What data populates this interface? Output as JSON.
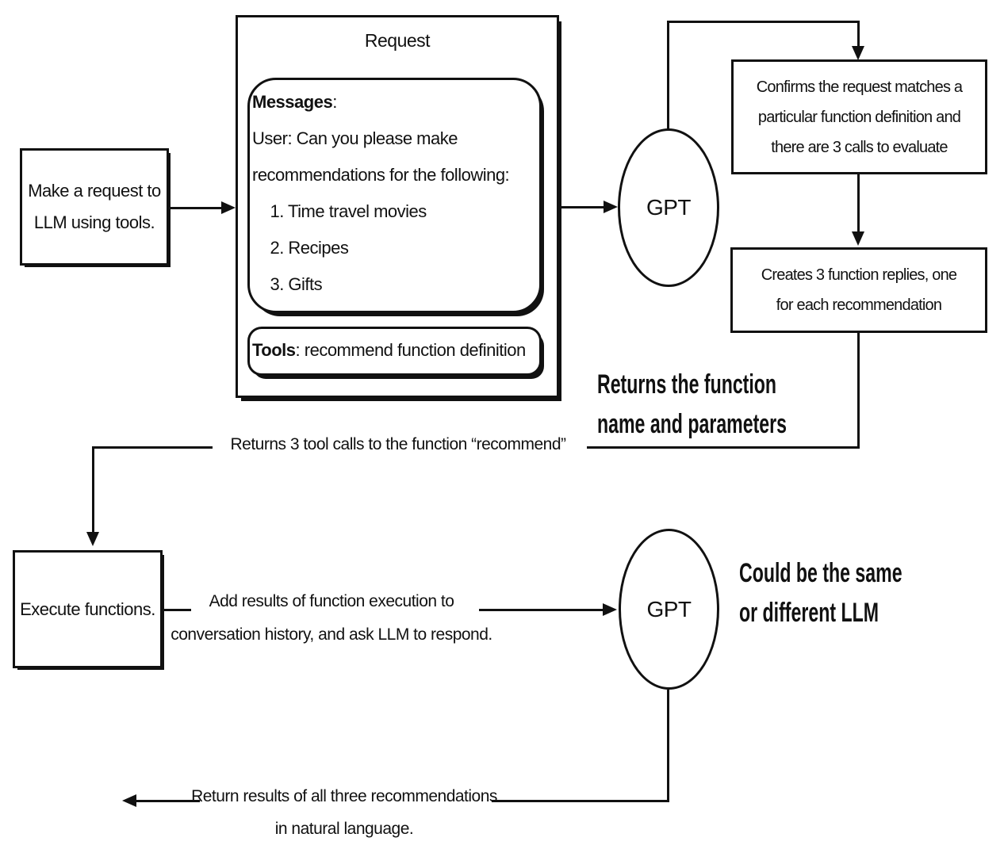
{
  "boxes": {
    "make_request": {
      "text": "Make a request to\nLLM using tools."
    },
    "request": {
      "title": "Request",
      "messages": {
        "label": "Messages",
        "rest": ":",
        "body": "User: Can you please make\nrecommendations for the following:\n    1. Time travel movies\n    2. Recipes\n    3. Gifts"
      },
      "tools": {
        "label": "Tools",
        "rest": ": recommend function definition"
      }
    },
    "confirms": {
      "text": "Confirms the request matches a\nparticular function definition and\nthere are 3 calls to evaluate"
    },
    "creates": {
      "text": "Creates 3 function replies, one\nfor each recommendation"
    },
    "execute": {
      "text": "Execute functions."
    }
  },
  "nodes": {
    "gpt_top": {
      "label": "GPT"
    },
    "gpt_bottom": {
      "label": "GPT"
    }
  },
  "annotations": {
    "returns_function": "Returns the function\nname and parameters",
    "could_be": "Could be the same\nor different LLM"
  },
  "captions": {
    "returns_tool_calls": "Returns 3 tool calls to the function “recommend”",
    "add_results": "Add results of function execution to\nconversation history, and ask LLM to respond.",
    "return_results": "Return results of all three recommendations\nin natural language."
  },
  "colors": {
    "line": "#111111",
    "background": "#ffffff",
    "text": "#111111"
  }
}
